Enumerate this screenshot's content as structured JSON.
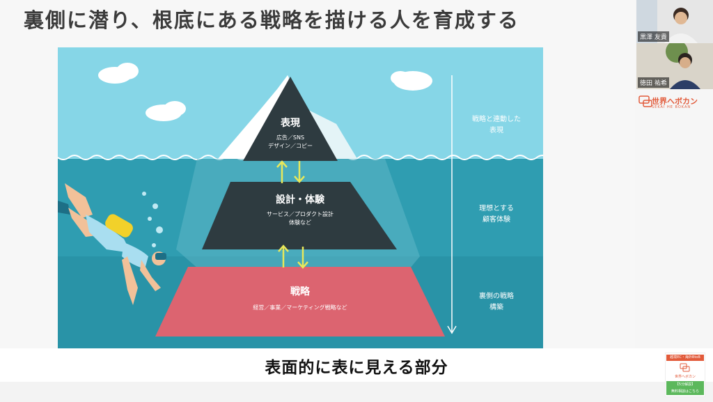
{
  "slide": {
    "title": "裏側に潜り、根底にある戦略を描ける人を育成する"
  },
  "pyramid": {
    "top": {
      "title": "表現",
      "subtitle_line1": "広告／SNS",
      "subtitle_line2": "デザイン／コピー"
    },
    "middle": {
      "title": "設計・体験",
      "subtitle_line1": "サービス／プロダクト設計",
      "subtitle_line2": "体験など"
    },
    "bottom": {
      "title": "戦略",
      "subtitle_line1": "経営／事業／マーケティング戦略など"
    }
  },
  "side_labels": {
    "top_line1": "戦略と連動した",
    "top_line2": "表現",
    "middle_line1": "理想とする",
    "middle_line2": "顧客体験",
    "bottom_line1": "裏側の戦略",
    "bottom_line2": "構築"
  },
  "caption": "表面的に表に見える部分",
  "participants": [
    {
      "name": "黒澤 友貴"
    },
    {
      "name": "徳田 祐希"
    }
  ],
  "brand": {
    "name": "世界へボカン",
    "tagline": "SEKAI HE BOKAN"
  },
  "ad": {
    "top": "越境EC・海外BtoB",
    "mid": "世界へボカン",
    "bottom_line1": "【5分解説】",
    "bottom_line2": "無料相談はこちら"
  },
  "colors": {
    "sky": "#83d5e6",
    "water": "#2f9db1",
    "water_deep": "#1f7f95",
    "pyramid_dark": "#2e3b40",
    "strategy": "#dc6470",
    "arrow": "#e8e85a",
    "brand": "#e25a3a"
  }
}
